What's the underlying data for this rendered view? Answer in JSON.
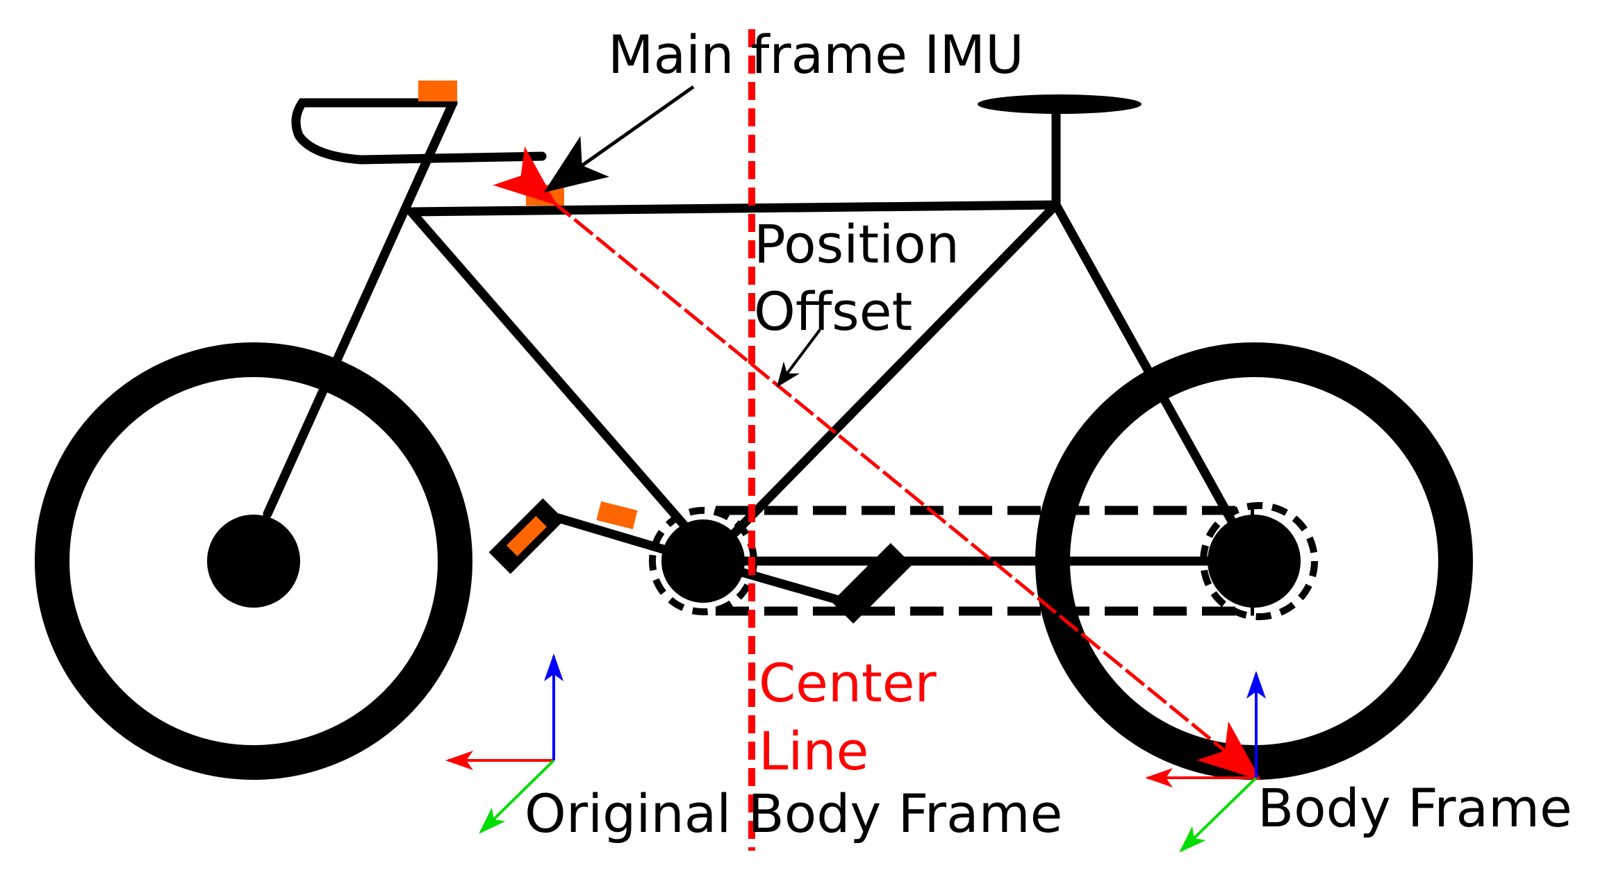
{
  "labels": {
    "main_frame_imu": "Main frame IMU",
    "position": "Position",
    "offset": "Offset",
    "center": "Center",
    "line": "Line",
    "original_body_frame": "Original Body Frame",
    "body_frame": "Body Frame"
  },
  "colors": {
    "frame": "#000000",
    "imu": "#ff6600",
    "offset_arrow": "#ff0000",
    "center_line": "#ff0000",
    "axis_x": "#ff0000",
    "axis_y": "#00dd00",
    "axis_z": "#0000ff"
  }
}
